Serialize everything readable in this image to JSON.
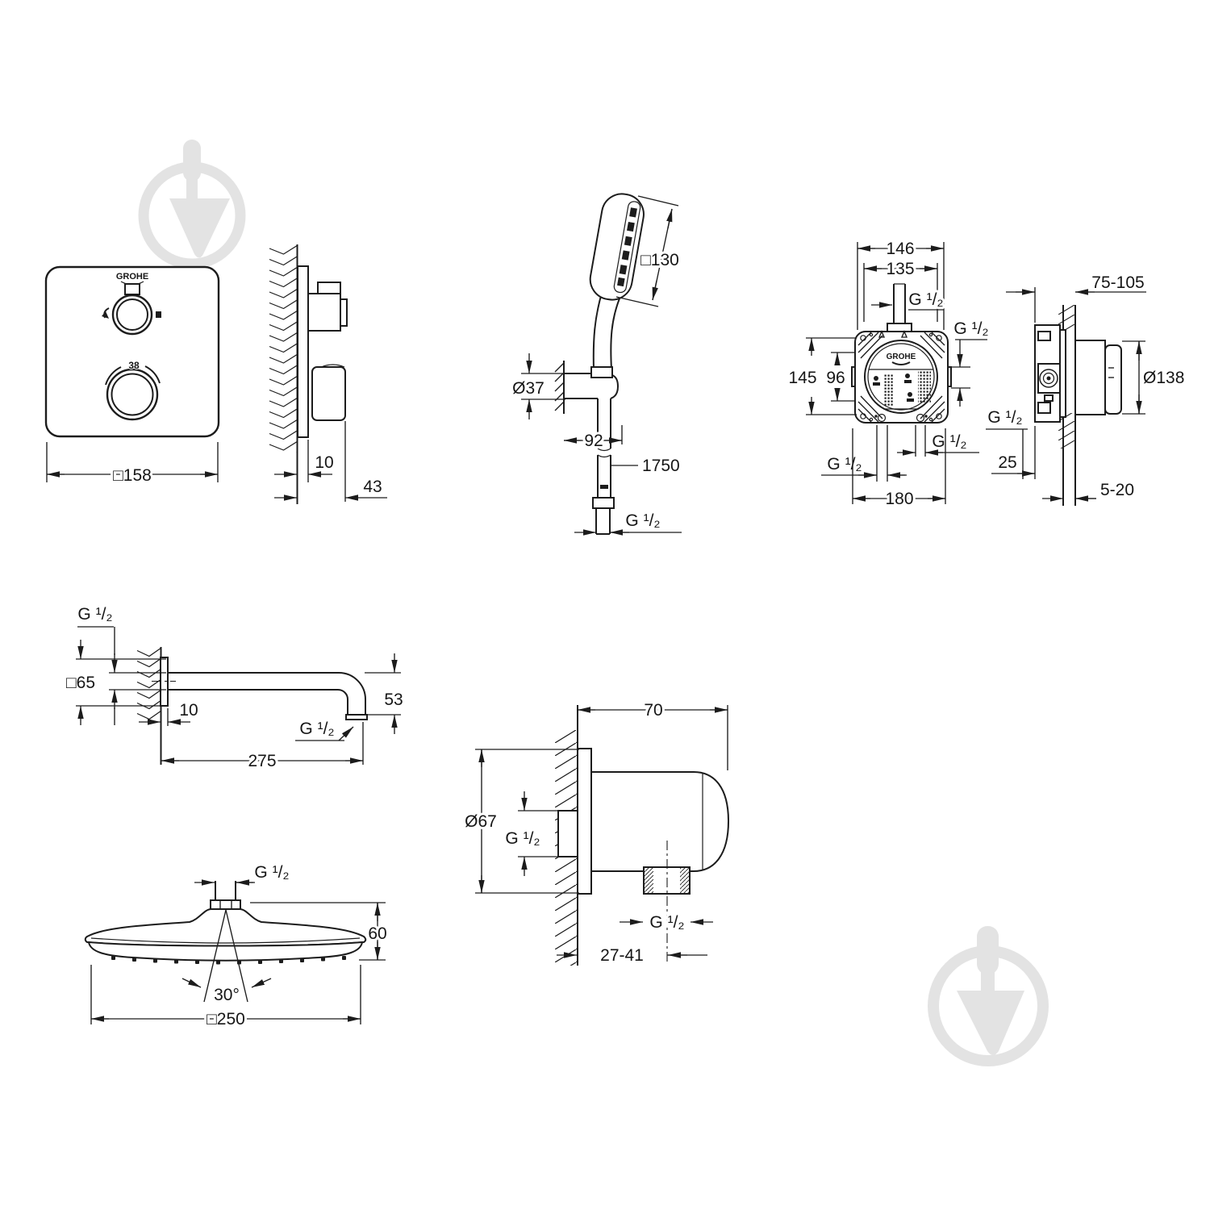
{
  "drawing_type": "technical-dimension-drawing",
  "brand": "GROHE",
  "line_color": "#1c1c1c",
  "watermark_color": "#e3e3e3",
  "labels": {
    "trim": {
      "brand": "GROHE",
      "temp": "38",
      "width": "□158",
      "plate": "10",
      "depth": "43"
    },
    "hand": {
      "head": "□130",
      "holder": "Ø37",
      "wall": "92",
      "hose": "1750",
      "thread": "G ¹/₂"
    },
    "boxf": {
      "brand": "GROHE",
      "w1": "146",
      "w2": "135",
      "t_top": "G ¹/₂",
      "t_right": "G ¹/₂",
      "h1": "145",
      "h2": "96",
      "t_br": "G ¹/₂",
      "t_bl": "G ¹/₂",
      "w3": "180"
    },
    "boxs": {
      "depth": "75-105",
      "dia": "Ø138",
      "t_left": "G ¹/₂",
      "off": "25",
      "tile": "5-20"
    },
    "arm": {
      "t_wall": "G ¹/₂",
      "sq": "□65",
      "flange": "10",
      "drop": "53",
      "t_end": "G ¹/₂",
      "len": "275"
    },
    "head": {
      "thread": "G ¹/₂",
      "h": "60",
      "angle": "30°",
      "w": "□250"
    },
    "elbow": {
      "depth": "70",
      "dia": "Ø67",
      "t_wall": "G ¹/₂",
      "t_out": "G ¹/₂",
      "range": "27-41"
    }
  }
}
